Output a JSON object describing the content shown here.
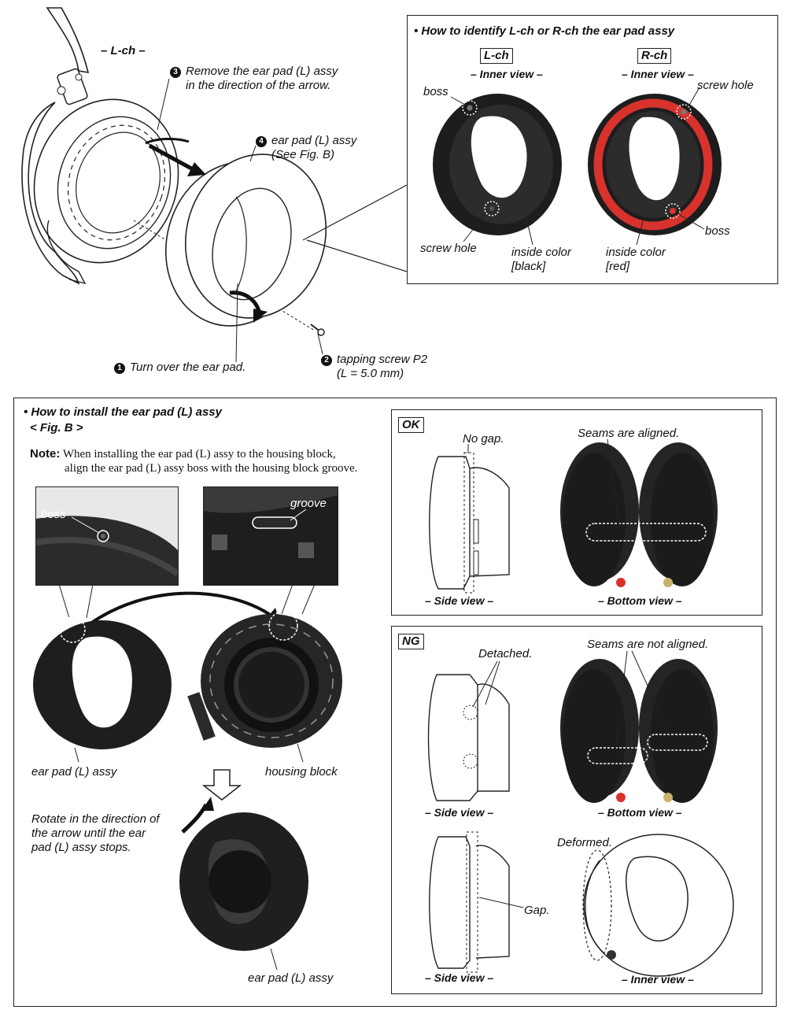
{
  "top": {
    "lch_label": "– L-ch –",
    "step3_num": "3",
    "step3_text_line1": "Remove the ear pad (L) assy",
    "step3_text_line2": "in the direction of the arrow.",
    "step4_num": "4",
    "step4_text_line1": "ear pad (L) assy",
    "step4_text_line2": "(See Fig. B)",
    "step1_num": "1",
    "step1_text": "Turn over the ear pad.",
    "step2_num": "2",
    "step2_text_line1": "tapping screw P2",
    "step2_text_line2": "(L = 5.0 mm)"
  },
  "identify": {
    "title": "• How to identify L-ch or R-ch the ear pad assy",
    "lch_tag": "L-ch",
    "rch_tag": "R-ch",
    "inner_view": "– Inner view –",
    "boss": "boss",
    "screw_hole": "screw hole",
    "inside_color": "inside color",
    "black": "[black]",
    "red": "[red]",
    "accent_red": "#d8322c"
  },
  "install": {
    "title": "• How to install the ear pad (L) assy",
    "fig": "< Fig. B >",
    "note_label": "Note:",
    "note_line1": "When installing the ear pad (L) assy to the housing block,",
    "note_line2": "align the ear pad (L) assy boss with the housing block groove.",
    "boss": "boss",
    "groove": "groove",
    "ear_pad": "ear pad (L) assy",
    "housing": "housing block",
    "rotate_line1": "Rotate in the direction of",
    "rotate_line2": "the arrow until the ear",
    "rotate_line3": "pad (L) assy stops.",
    "ear_pad_bottom": "ear pad (L) assy"
  },
  "ok": {
    "tag": "OK",
    "no_gap": "No gap.",
    "seams": "Seams are aligned.",
    "side_view": "– Side view –",
    "bottom_view": "– Bottom view –"
  },
  "ng": {
    "tag": "NG",
    "detached": "Detached.",
    "seams": "Seams are not aligned.",
    "side_view": "– Side view –",
    "bottom_view": "– Bottom view –",
    "gap": "Gap.",
    "deformed": "Deformed.",
    "side_view2": "– Side view –",
    "inner_view": "– Inner view –"
  }
}
